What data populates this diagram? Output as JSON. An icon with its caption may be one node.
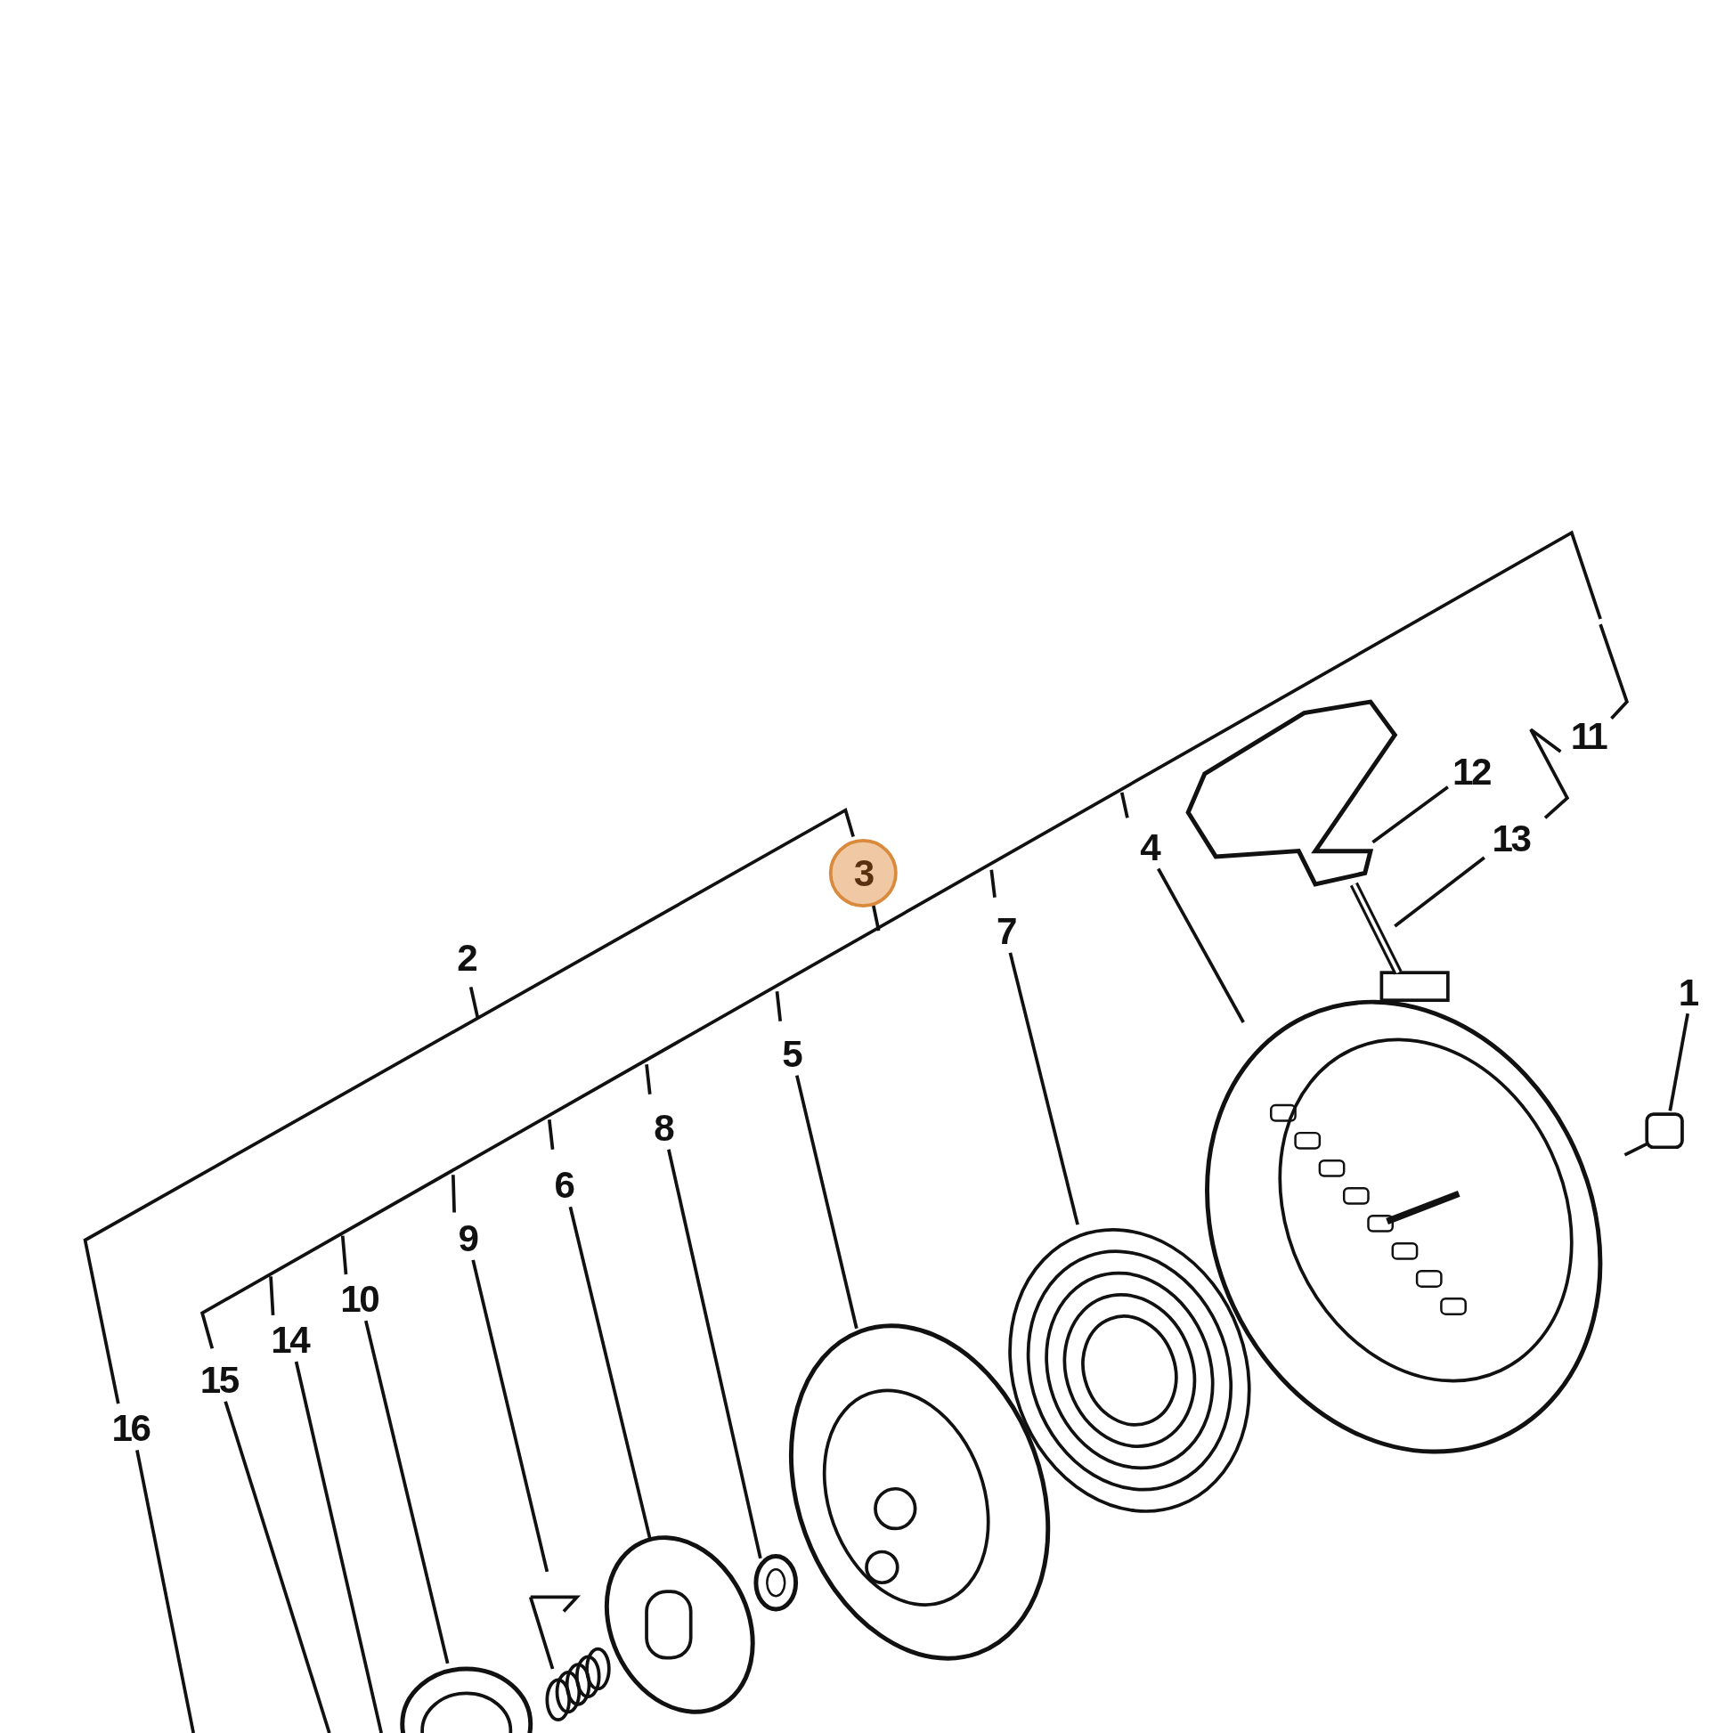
{
  "diagram": {
    "nodes": [
      {
        "text": [
          "1"
        ]
      },
      {
        "text": [
          "4"
        ]
      },
      {
        "text": [
          "5"
        ]
      },
      {
        "text": [
          "6"
        ]
      },
      {
        "text": [
          "7"
        ]
      },
      {
        "text": [
          "8"
        ]
      },
      {
        "text": [
          "9"
        ]
      },
      {
        "text": [
          "10"
        ]
      },
      {
        "text": [
          "12"
        ]
      },
      {
        "text": [
          "13"
        ]
      },
      {
        "text": [
          "14"
        ]
      },
      {
        "text": [
          "15"
        ]
      },
      {
        "text": [
          "16"
        ]
      },
      {
        "text": [],
        "shape": "picture"
      },
      {
        "text": [],
        "shape": "picture"
      },
      {
        "text": [],
        "shape": "picture"
      },
      {
        "text": [],
        "shape": "picture"
      },
      {
        "text": [],
        "shape": "picture"
      },
      {
        "text": [],
        "shape": "picture"
      },
      {
        "text": [],
        "shape": "picture"
      },
      {
        "text": [],
        "shape": "picture"
      },
      {
        "text": [],
        "shape": "picture"
      },
      {
        "text": [],
        "shape": "picture"
      }
    ],
    "edges": [
      {
        "from": 0,
        "to": 13,
        "arrow": "none"
      },
      {
        "from": 1,
        "to": 14,
        "arrow": "none"
      },
      {
        "from": 2,
        "to": 15,
        "arrow": "none"
      },
      {
        "from": 3,
        "to": 16,
        "arrow": "none"
      },
      {
        "from": 4,
        "to": 17,
        "arrow": "none"
      },
      {
        "from": 5,
        "to": 18,
        "arrow": "none"
      },
      {
        "from": 6,
        "to": 19,
        "arrow": "none"
      },
      {
        "from": 7,
        "to": 20,
        "arrow": "none"
      },
      {
        "from": 8,
        "to": 21,
        "arrow": "none"
      },
      {
        "from": 9,
        "to": 22,
        "arrow": "none"
      },
      {
        "from": 10,
        "to": null,
        "arrow": "none"
      },
      {
        "from": 11,
        "to": null,
        "arrow": "none"
      },
      {
        "from": 12,
        "to": null,
        "arrow": "none"
      }
    ],
    "labels": [
      "11",
      "3",
      "2"
    ]
  }
}
